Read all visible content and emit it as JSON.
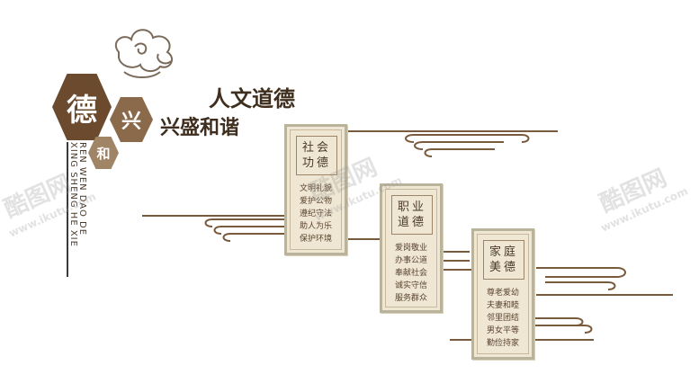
{
  "emblem": {
    "big": "德",
    "mid": "兴",
    "small": "和"
  },
  "pinyin": [
    "REN WEN DAO DE",
    "XING SHENG HE XIE"
  ],
  "titles": {
    "line1": "人文道德",
    "line2": "兴盛和谐"
  },
  "panels": [
    {
      "head": [
        "社会",
        "功德"
      ],
      "items": [
        "文明礼貌",
        "爱护公物",
        "遵纪守法",
        "助人为乐",
        "保护环境"
      ]
    },
    {
      "head": [
        "职业",
        "道德"
      ],
      "items": [
        "爱岗敬业",
        "办事公道",
        "奉献社会",
        "诚实守信",
        "服务群众"
      ]
    },
    {
      "head": [
        "家庭",
        "美德"
      ],
      "items": [
        "尊老爱幼",
        "夫妻和睦",
        "邻里团结",
        "男女平等",
        "勤俭持家"
      ]
    }
  ],
  "watermark": {
    "brand": "酷图网",
    "url": "www.ikutu.com"
  },
  "colors": {
    "brown": "#6b4a2e",
    "panel_bg": "#efe6d3",
    "line": "#7a5a3c"
  }
}
